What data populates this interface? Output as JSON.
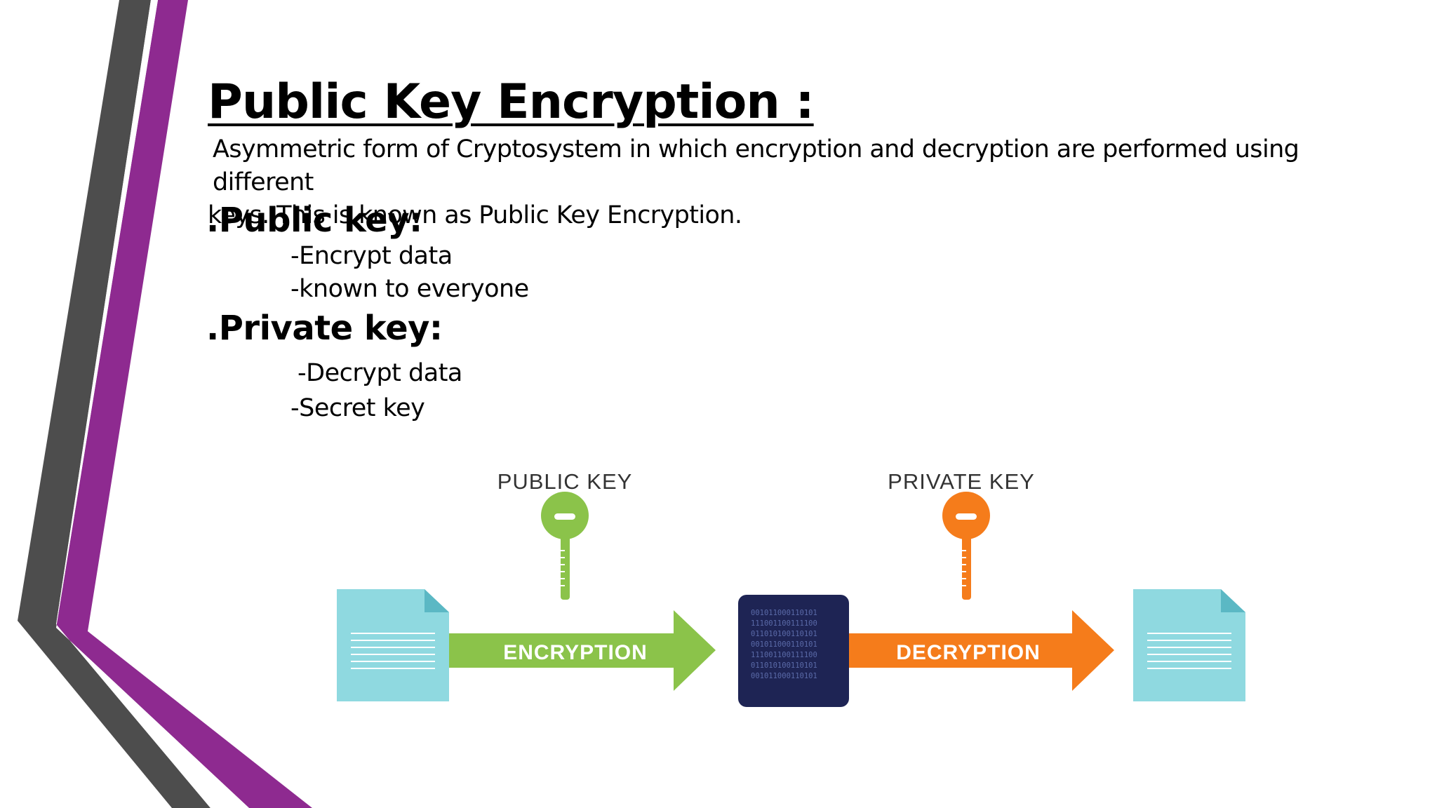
{
  "slide": {
    "title": "Public Key Encryption :",
    "description_line1": "Asymmetric form of Cryptosystem in which encryption and decryption are performed using different",
    "description_line2": "keys. This is known as Public Key Encryption.",
    "public_key": {
      "heading": ".Public key:",
      "items": [
        "-Encrypt data",
        "-known to everyone"
      ]
    },
    "private_key": {
      "heading": ".Private key:",
      "items": [
        "-Decrypt data",
        "-Secret key"
      ]
    }
  },
  "diagram": {
    "public_key_label": "PUBLIC KEY",
    "private_key_label": "PRIVATE KEY",
    "encryption_label": "ENCRYPTION",
    "decryption_label": "DECRYPTION",
    "cipher_lines": [
      "001011000110101",
      "111001100111100",
      "011010100110101",
      "001011000110101",
      "111001100111100",
      "011010100110101",
      "001011000110101"
    ]
  },
  "colors": {
    "accent_purple": "#8e2a90",
    "accent_dark_purple": "#6a1f6b",
    "accent_gray": "#4d4d4d",
    "document_cyan": "#8fd9e0",
    "encryption_green": "#8bc34a",
    "decryption_orange": "#f57c1b",
    "cipher_navy": "#1e2454"
  }
}
